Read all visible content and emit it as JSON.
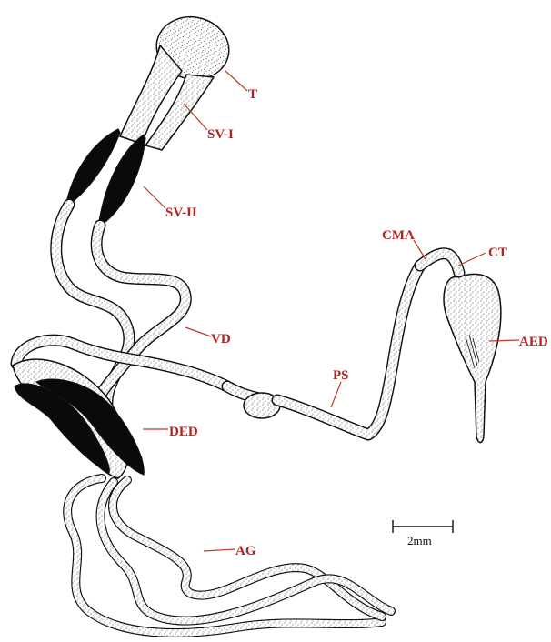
{
  "figure": {
    "labels": {
      "T": "T",
      "SV_I": "SV-I",
      "SV_II": "SV-II",
      "VD": "VD",
      "CMA": "CMA",
      "CT": "CT",
      "PS": "PS",
      "AED": "AED",
      "DED": "DED",
      "AG": "AG"
    },
    "scale_bar": "2mm",
    "colors": {
      "label": "#b22222",
      "leader": "#c0392b",
      "ink": "#111111",
      "duct_black": "#0a0a0a"
    }
  }
}
